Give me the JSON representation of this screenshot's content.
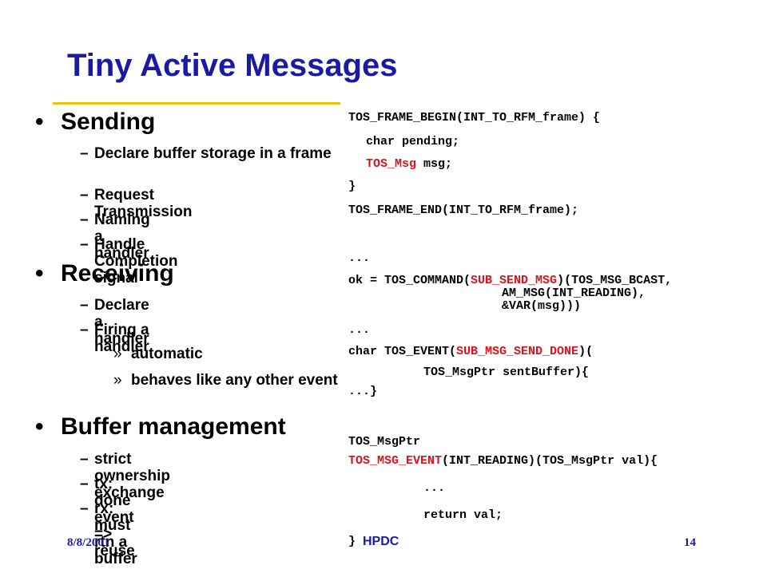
{
  "title": "Tiny Active Messages",
  "bullets": [
    {
      "label": "Sending",
      "items": [
        {
          "label": "Declare buffer storage in a frame"
        },
        {
          "label": "Request Transmission"
        },
        {
          "label": "Naming a handler"
        },
        {
          "label": "Handle Completion signal"
        }
      ]
    },
    {
      "label": "Receiving",
      "items": [
        {
          "label": "Declare a handler"
        },
        {
          "label": "Firing a handler",
          "sub": [
            "automatic",
            "behaves like any other event"
          ]
        }
      ]
    },
    {
      "label": "Buffer management",
      "items": [
        {
          "label": "strict ownership exchange"
        },
        {
          "label": "tx: done event => reuse"
        },
        {
          "label": "rx: must rtn a buffer"
        }
      ]
    }
  ],
  "code": {
    "l1": "TOS_FRAME_BEGIN(INT_TO_RFM_frame) {",
    "l2": "char pending;",
    "l3a": "TOS_Msg",
    "l3b": " msg;",
    "l4": "}",
    "l5": "TOS_FRAME_END(INT_TO_RFM_frame);",
    "l6": "...",
    "l7a": "ok = TOS_COMMAND(",
    "l7b": "SUB_SEND_MSG",
    "l7c": ")(TOS_MSG_BCAST,",
    "l8": "AM_MSG(INT_READING),",
    "l9": "&VAR(msg)))",
    "l10": "...",
    "l11a": "char TOS_EVENT(",
    "l11b": "SUB_MSG_SEND_DONE",
    "l11c": ")(",
    "l12": "TOS_MsgPtr sentBuffer){",
    "l13": "...}",
    "l14": "TOS_MsgPtr",
    "l15a": "TOS_MSG_EVENT",
    "l15b": "(INT_READING)(TOS_MsgPtr val){",
    "l16": "...",
    "l17": "return val;",
    "l18": "}"
  },
  "footer": {
    "date": "8/8/2001",
    "conference": "HPDC",
    "page": "14"
  },
  "colors": {
    "title": "#1a1aa6",
    "rule": "#f0c20a",
    "code_highlight": "#e0101a"
  }
}
